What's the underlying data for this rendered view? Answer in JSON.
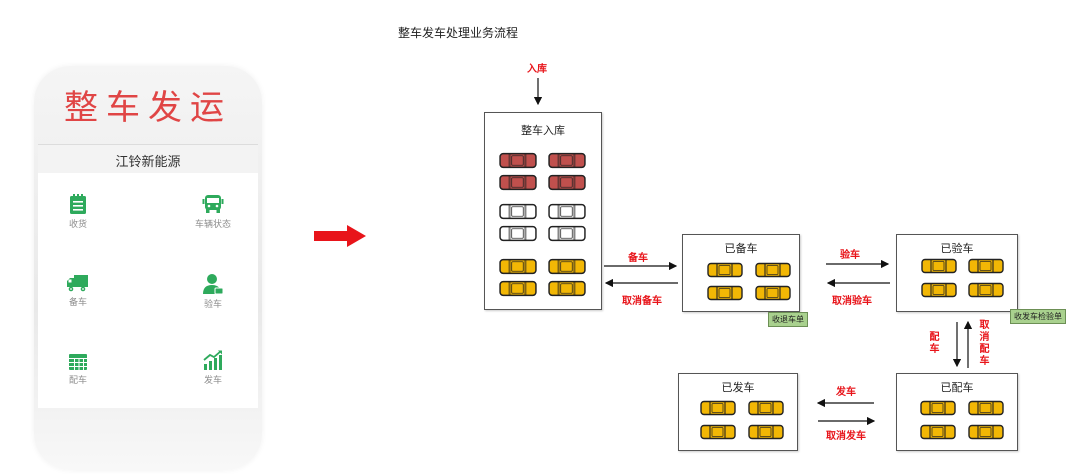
{
  "phone": {
    "title": "整车发运",
    "company": "江铃新能源",
    "menu": [
      {
        "label": "收货",
        "icon": "clipboard-icon"
      },
      {
        "label": "车辆状态",
        "icon": "bus-icon"
      },
      {
        "label": "备车",
        "icon": "truck-icon"
      },
      {
        "label": "验车",
        "icon": "inspector-icon"
      },
      {
        "label": "配车",
        "icon": "grid-table-icon"
      },
      {
        "label": "发车",
        "icon": "chart-growth-icon"
      }
    ],
    "accent_color": "#2eaa5c",
    "title_color": "#e04545"
  },
  "diagram": {
    "title": "整车发车处理业务流程",
    "entry_label": "入库",
    "boxes": {
      "warehouse": "整车入库",
      "prepared": "已备车",
      "inspected": "已验车",
      "dispatched": "已发车",
      "allocated": "已配车"
    },
    "actions": {
      "prepare": "备车",
      "cancel_prepare": "取消备车",
      "inspect": "验车",
      "cancel_inspect": "取消验车",
      "allocate": "配车",
      "cancel_allocate": "取消配车",
      "dispatch": "发车",
      "cancel_dispatch": "取消发车"
    },
    "documents": {
      "receipt": "收退车单",
      "inspection": "收发车检验单"
    },
    "colors": {
      "label_red": "#e8141a",
      "car_red": "#c0504d",
      "car_yellow": "#f2b705",
      "car_white": "#ffffff",
      "doc_green": "#a9d18e"
    }
  }
}
